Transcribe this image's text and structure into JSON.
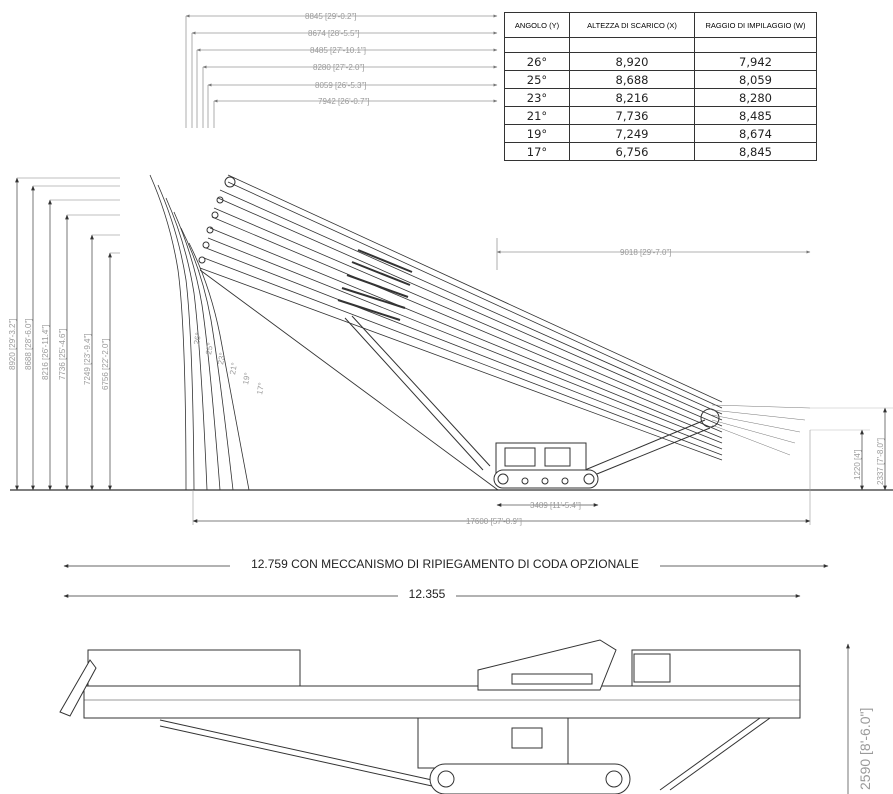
{
  "table": {
    "headers": [
      "ANGOLO (Y)",
      "ALTEZZA DI SCARICO (X)",
      "RAGGIO DI IMPILAGGIO (W)"
    ],
    "rows": [
      [
        "26°",
        "8,920",
        "7,942"
      ],
      [
        "25°",
        "8,688",
        "8,059"
      ],
      [
        "23°",
        "8,216",
        "8,280"
      ],
      [
        "21°",
        "7,736",
        "8,485"
      ],
      [
        "19°",
        "7,249",
        "8,674"
      ],
      [
        "17°",
        "6,756",
        "8,845"
      ]
    ]
  },
  "top_dims": [
    "8845 [29'-0.2\"]",
    "8674 [28'-5.5\"]",
    "8485 [27'-10.1\"]",
    "8280 [27'-2.0\"]",
    "8059 [26'-5.3\"]",
    "7942 [26'-0.7\"]"
  ],
  "left_dims": [
    "8920 [29'-3.2\"]",
    "8688 [28'-6.0\"]",
    "8216 [26'-11.4\"]",
    "7736 [25'-4.6\"]",
    "7249 [23'-9.4\"]",
    "6756 [22'-2.0\"]"
  ],
  "angle_labels": [
    "26°",
    "25°",
    "23°",
    "21°",
    "19°",
    "17°"
  ],
  "dim_9018": "9018 [29'-7.0\"]",
  "dim_3489": "3489 [11'-5.4\"]",
  "dim_17600": "17600 [57'-8.9\"]",
  "dim_1220": "1220 [4']",
  "dim_2337": "2337 [7'-8.0\"]",
  "dim_12759": "12.759 CON MECCANISMO DI RIPIEGAMENTO DI CODA OPZIONALE",
  "dim_12355": "12.355",
  "dim_2590": "2590 [8'-6.0\"]"
}
